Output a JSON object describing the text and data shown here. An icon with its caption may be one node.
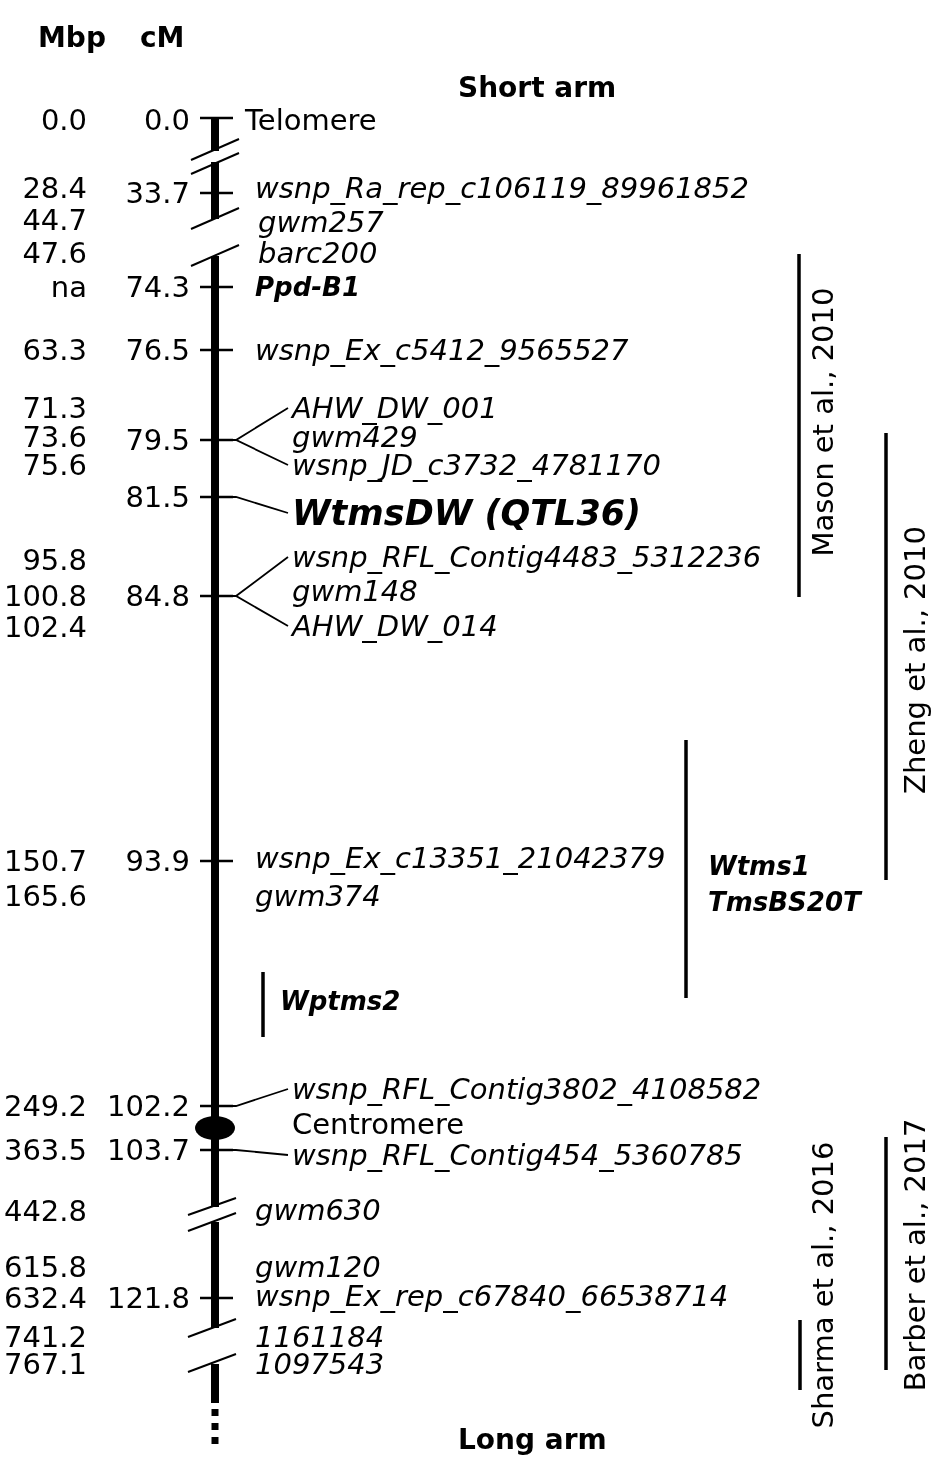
{
  "diagram": {
    "nodes": [
      {
        "text": [],
        "shape": "bar"
      },
      {
        "text": [
          "AHW_DW_001"
        ]
      },
      {
        "text": [
          "wsnp_JD_c3732_4781170"
        ]
      },
      {
        "text": [
          "WtmsDW (QTL36)"
        ]
      },
      {
        "text": [
          "wsnp_RFL_Contig4483_5312236"
        ]
      },
      {
        "text": [
          "AHW_DW_014"
        ]
      },
      {
        "text": [
          "wsnp_RFL_Contig3802_4108582"
        ]
      },
      {
        "text": [
          "wsnp_RFL_Contig454_5360785"
        ]
      }
    ],
    "edges": [
      {
        "from": 1,
        "to": 0,
        "arrow": "none"
      },
      {
        "from": 2,
        "to": 0,
        "arrow": "none"
      },
      {
        "from": 3,
        "to": 0,
        "arrow": "none"
      },
      {
        "from": 4,
        "to": 0,
        "arrow": "none"
      },
      {
        "from": 5,
        "to": 0,
        "arrow": "none"
      },
      {
        "from": 6,
        "to": 0,
        "arrow": "none"
      },
      {
        "from": 7,
        "to": 0,
        "arrow": "none"
      }
    ],
    "labels": [
      "Mbp",
      "cM",
      "Short arm",
      "0.0",
      "0.0",
      "Telomere",
      "28.4",
      "33.7",
      "wsnp_Ra_rep_c106119_89961852",
      "44.7",
      "gwm257",
      "47.6",
      "barc200",
      "na",
      "74.3",
      "Ppd-B1",
      "Mason et al., 2010",
      "63.3",
      "76.5",
      "wsnp_Ex_c5412_9565527",
      "71.3",
      "73.6",
      "79.5",
      "gwm429",
      "75.6",
      "Zheng et al., 2010",
      "81.5",
      "95.8",
      "100.8",
      "84.8",
      "gwm148",
      "102.4",
      "150.7",
      "93.9",
      "wsnp_Ex_c13351_21042379",
      "Wtms1",
      "165.6",
      "gwm374",
      "TmsBS20T",
      "Wptms2",
      "249.2",
      "102.2",
      "Centromere",
      "363.5",
      "103.7",
      "Sharma et al., 2016",
      "Barber et al., 2017",
      "442.8",
      "gwm630",
      "615.8",
      "gwm120",
      "632.4",
      "121.8",
      "wsnp_Ex_rep_c67840_66538714",
      "741.2",
      "1161184",
      "767.1",
      "1097543",
      "Long arm"
    ]
  }
}
